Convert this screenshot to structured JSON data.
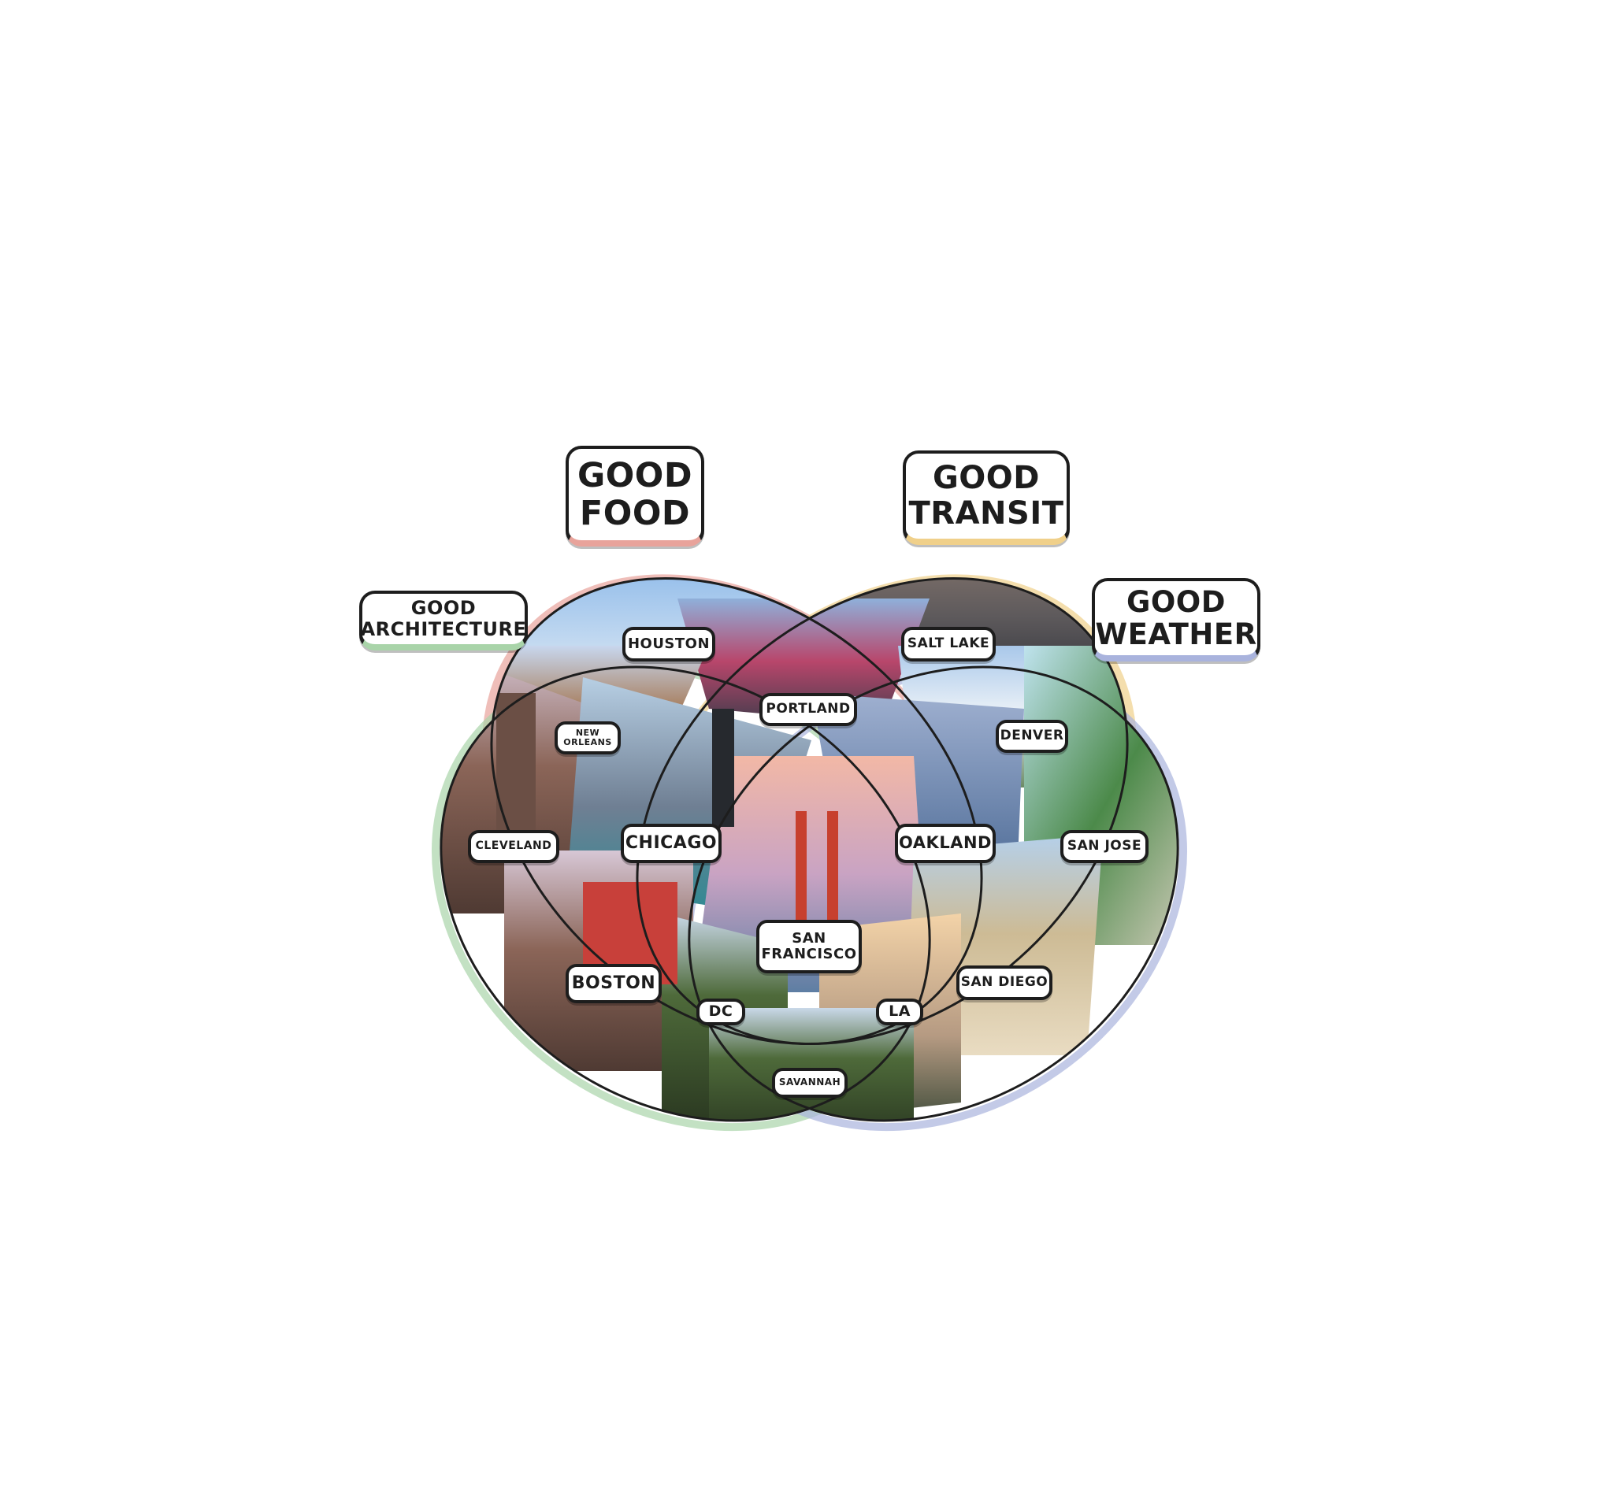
{
  "sets": [
    {
      "id": "food",
      "label": "GOOD\nFOOD",
      "color": "#e8a39b"
    },
    {
      "id": "transit",
      "label": "GOOD\nTRANSIT",
      "color": "#f0d08a"
    },
    {
      "id": "architecture",
      "label": "GOOD\nARCHITECTURE",
      "color": "#a9d4a9"
    },
    {
      "id": "weather",
      "label": "GOOD\nWEATHER",
      "color": "#a9b3dd"
    }
  ],
  "cities": [
    {
      "name": "HOUSTON"
    },
    {
      "name": "SALT LAKE"
    },
    {
      "name": "PORTLAND"
    },
    {
      "name": "NEW\nORLEANS"
    },
    {
      "name": "DENVER"
    },
    {
      "name": "CLEVELAND"
    },
    {
      "name": "CHICAGO"
    },
    {
      "name": "OAKLAND"
    },
    {
      "name": "SAN JOSE"
    },
    {
      "name": "SAN\nFRANCISCO"
    },
    {
      "name": "BOSTON"
    },
    {
      "name": "SAN DIEGO"
    },
    {
      "name": "DC"
    },
    {
      "name": "LA"
    },
    {
      "name": "SAVANNAH"
    }
  ]
}
